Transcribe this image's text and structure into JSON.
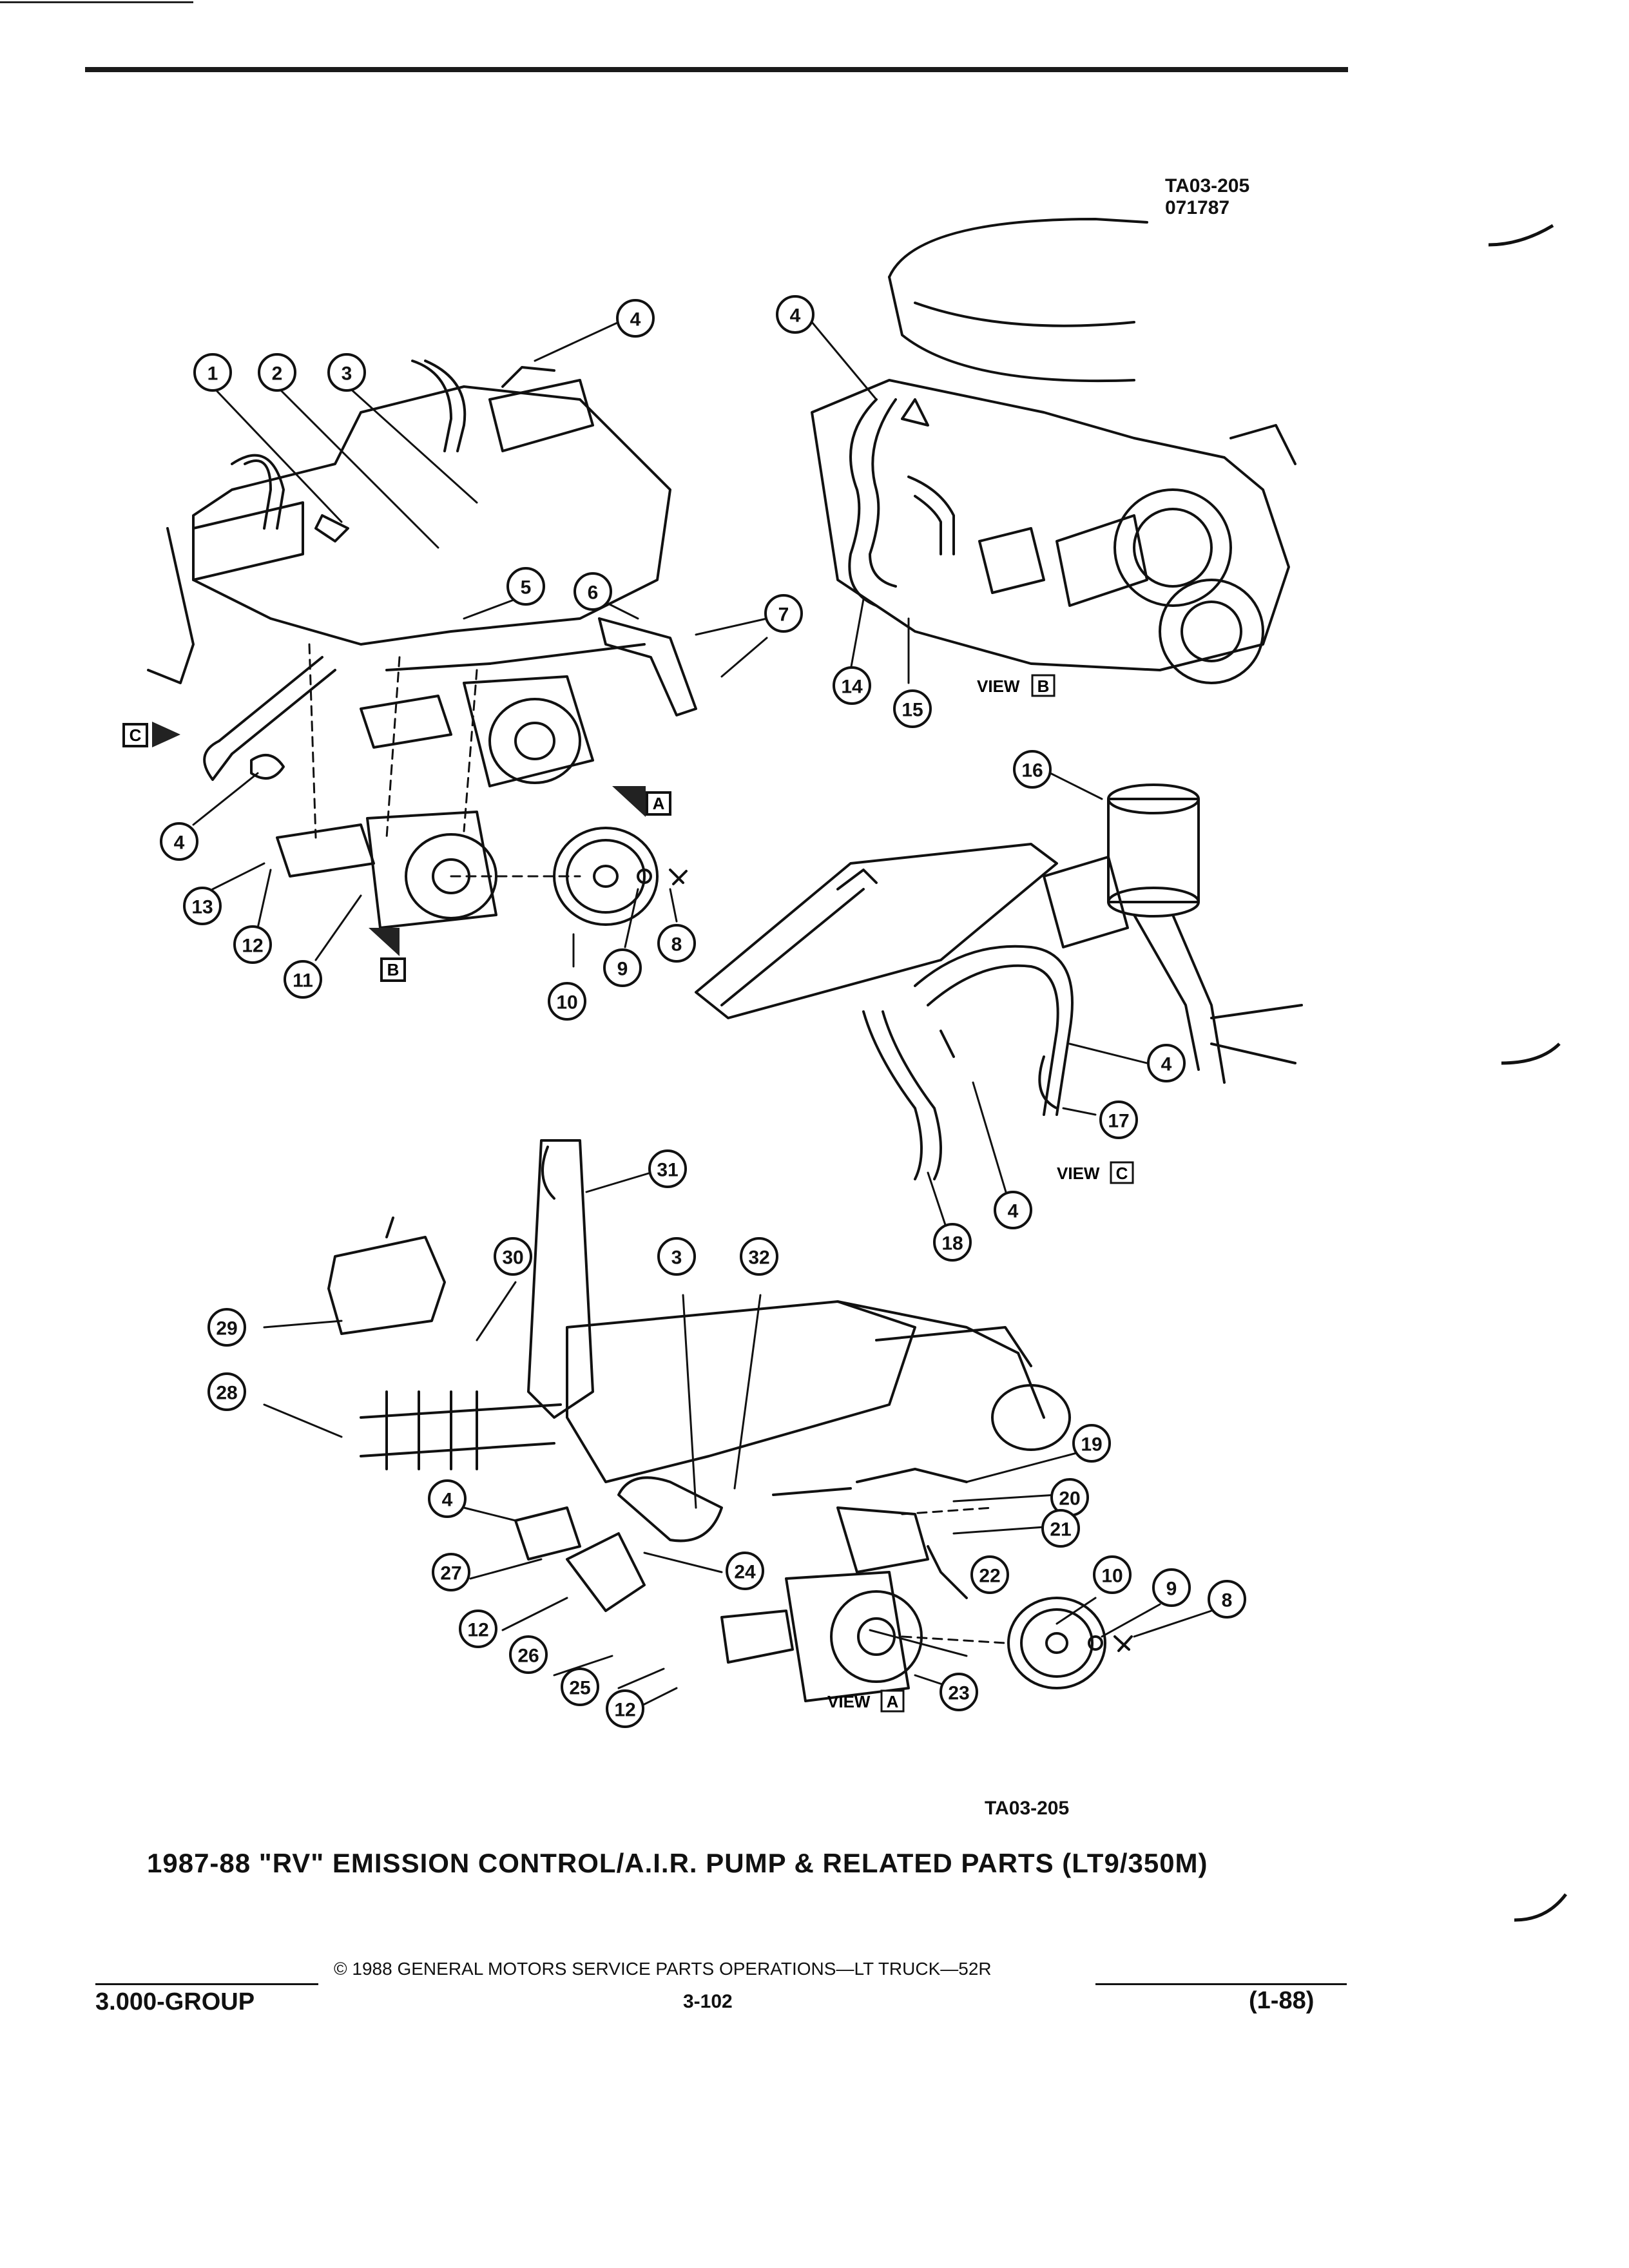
{
  "header": {
    "code_line1": "TA03-205",
    "code_line2": "071787"
  },
  "views": {
    "view_b": "VIEW",
    "view_b_letter": "B",
    "view_c": "VIEW",
    "view_c_letter": "C",
    "view_a": "VIEW",
    "view_a_letter": "A"
  },
  "arrow_markers": {
    "c": "C",
    "a": "A",
    "b": "B"
  },
  "callouts": {
    "main": [
      "1",
      "2",
      "3",
      "4",
      "5",
      "6",
      "7",
      "4",
      "13",
      "12",
      "11",
      "10",
      "9",
      "8"
    ],
    "view_b": [
      "4",
      "14",
      "15"
    ],
    "view_c": [
      "16",
      "4",
      "17",
      "18",
      "4"
    ],
    "view_a": [
      "31",
      "30",
      "3",
      "32",
      "29",
      "28",
      "19",
      "20",
      "21",
      "4",
      "27",
      "24",
      "22",
      "10",
      "9",
      "8",
      "12",
      "26",
      "25",
      "23",
      "12"
    ]
  },
  "footer_code": "TA03-205",
  "caption": "1987-88 \"RV\" EMISSION CONTROL/A.I.R. PUMP & RELATED PARTS (LT9/350M)",
  "copyright": "© 1988 GENERAL MOTORS SERVICE PARTS OPERATIONS—LT TRUCK—52R",
  "group": "3.000-GROUP",
  "page_number": "3-102",
  "revision": "(1-88)",
  "colors": {
    "ink": "#111111",
    "paper": "#ffffff"
  }
}
